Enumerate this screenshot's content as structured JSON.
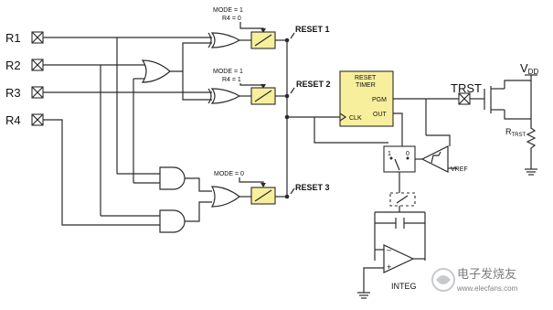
{
  "inputs": [
    "R1",
    "R2",
    "R3",
    "R4"
  ],
  "switch_labels": {
    "s1_line1": "MODE = 1",
    "s1_line2": "R4 = 0",
    "s2_line1": "MODE = 1",
    "s2_line2": "R4 = 1",
    "s3_line1": "MODE = 0"
  },
  "outputs": {
    "reset1": "RESET 1",
    "reset2": "RESET  2",
    "reset3": "RESET 3"
  },
  "timer": {
    "title_line1": "RESET",
    "title_line2": "TIMER",
    "pin_pgm": "PGM",
    "pin_out": "OUT",
    "pin_clk": "CLK"
  },
  "right": {
    "trst": "TRST",
    "vdd_main": "V",
    "vdd_sub": "DD",
    "rtrst_main": "R",
    "rtrst_sub": "TRST",
    "vref": "VREF",
    "mux_1": "1",
    "mux_0": "0",
    "integ": "INTEG"
  },
  "opamp": {
    "minus": "–",
    "plus": "+"
  },
  "watermark": {
    "cn": "电子发烧友",
    "en": "www.elecfans.com"
  },
  "colors": {
    "yellow_box": "#f7ef9c",
    "line": "#2b2b2b"
  }
}
